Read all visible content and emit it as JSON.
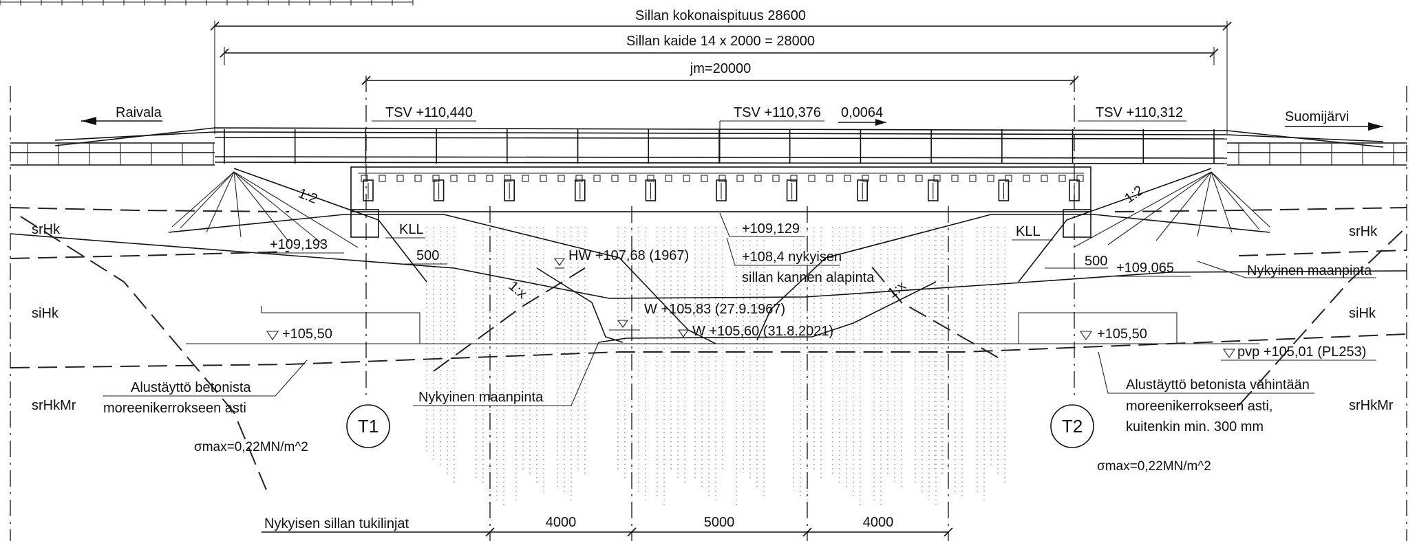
{
  "dimensions": {
    "total_length": "Sillan kokonaispituus 28600",
    "railing": "Sillan kaide 14 x 2000 = 28000",
    "span": "jm=20000",
    "spacing_a": "4000",
    "spacing_b": "5000",
    "spacing_c": "4000",
    "offset_left": "500",
    "offset_right": "500"
  },
  "directions": {
    "left": "Raivala",
    "right": "Suomijärvi"
  },
  "levels": {
    "tsv_left": "TSV +110,440",
    "tsv_mid": "TSV +110,376",
    "gradient": "0,0064",
    "tsv_right": "TSV +110,312",
    "deck_bottom": "+109,129",
    "existing_deck_line1": "+108,4 nykyisen",
    "existing_deck_line2": "sillan kannen alapinta",
    "support_left": "+109,193",
    "support_right": "+109,065",
    "hw": "HW +107,68 (1967)",
    "w1967": "W +105,83 (27.9.1967)",
    "w2021": "W +105,60 (31.8.2021)",
    "found_left": "+105,50",
    "found_right": "+105,50",
    "pvp": "pvp +105,01 (PL253)",
    "kll_left": "KLL",
    "kll_right": "KLL"
  },
  "slopes": {
    "s1": "1:2",
    "s2": "1:2",
    "s3": "1:x",
    "s4": "1:x"
  },
  "soil": {
    "l1": "srHk",
    "l2": "siHk",
    "l3": "srHkMr",
    "r1": "srHk",
    "r2": "siHk",
    "r3": "srHkMr"
  },
  "notes": {
    "ground_left": "Nykyinen maanpinta",
    "ground_right": "Nykyinen maanpinta",
    "fill_left_1": "Alustäyttö betonista",
    "fill_left_2": "moreenikerrokseen asti",
    "fill_right_1": "Alustäyttö betonista vähintään",
    "fill_right_2": "moreenikerrokseen asti,",
    "fill_right_3": "kuitenkin min. 300 mm",
    "sigma_left": "σmax=0,22MN/m^2",
    "sigma_right": "σmax=0,22MN/m^2",
    "support_lines": "Nykyisen sillan tukilinjat"
  },
  "axes": {
    "t1": "T1",
    "t2": "T2"
  }
}
